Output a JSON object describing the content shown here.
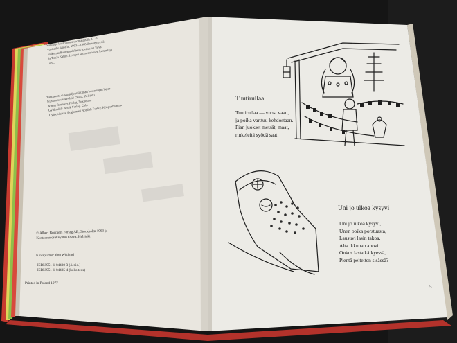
{
  "book": {
    "left_page": {
      "note_lines": [
        "Satuja ja leikkiloruja suomalaisille 1—3",
        "vuotiaille lapsille. 1963—1965 ilmestyneestä",
        "teoksesta Suomenkielinen sovitus on Eeva",
        "ja Tuula Kallio. Lorujen suomennoksen kustantaja",
        "on ..."
      ],
      "rights_lines": [
        "Tätä teosta ei saa jäljentää ilman kustantajan lupaa.",
        "Kustannusosakeyhtiö Otava, Helsinki",
        "Albert Bonniers Förlag, Tukholma",
        "Gyldendals Norsk Forlag, Oslo",
        "Gyldendalske Boghandel Nordisk Forlag, Kööpenhamina"
      ],
      "copyright_lines": [
        "© Albert Bonniers Förlag AB, Stockholm 1963 ja",
        "Kustannusosakeyhtiö Otava, Helsinki"
      ],
      "editor_line": "Kuvapiirros: Ilon Wikland",
      "isbn_lines": [
        "ISBN 951-1-04430-3 (4. nid.)",
        "ISBN 951-1-04435-4 (koko teos)"
      ],
      "printed_line": "Printed in Poland 1977"
    },
    "right_page": {
      "poem1": {
        "title": "Tuutirullaa",
        "lines": [
          "Tuutirullaa — vuosi vaan,",
          "ja poika varttuu kehdostaan.",
          "Pian juokset metsät, maat,",
          "rinkeleitä syödä saat!"
        ]
      },
      "poem2": {
        "title": "Uni jo ulkoa kysyvi",
        "lines": [
          "Uni jo ulkoa kysyvi,",
          "Unen poika porstuasta,",
          "Lausuvi lasin takoa,",
          "Alta ikkunan anovi:",
          "Onkos lasta kätkyessä,",
          "Pientä peitetten sisässä?"
        ]
      },
      "page_number": "5"
    }
  }
}
